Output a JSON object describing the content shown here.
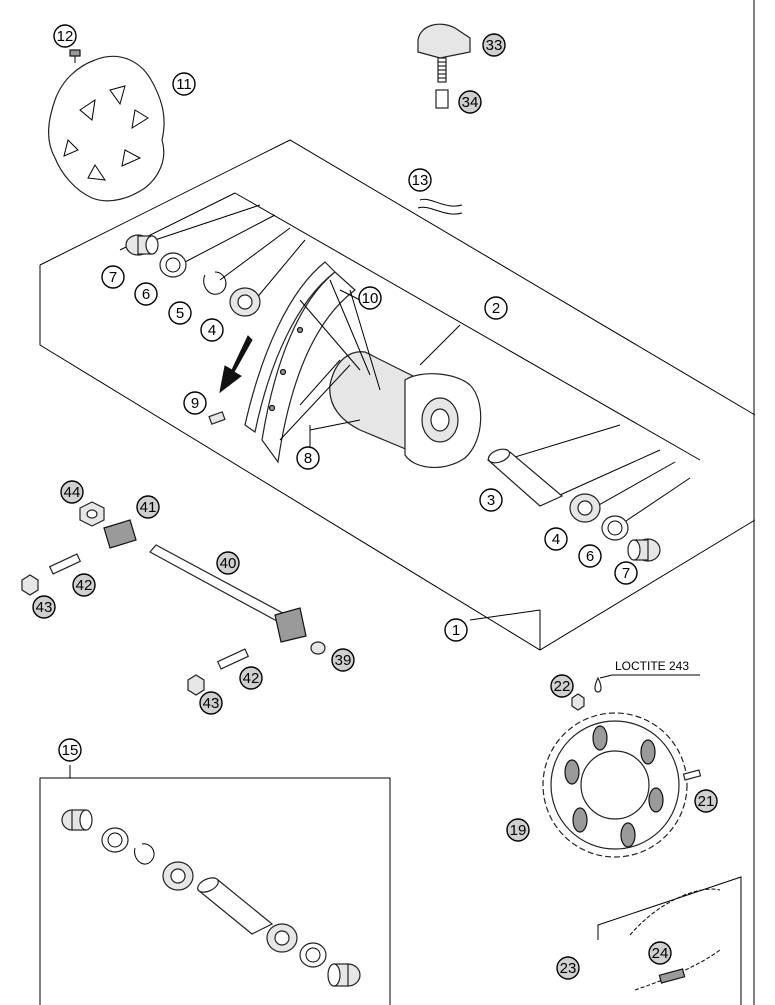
{
  "diagram": {
    "note": "LOCTITE 243",
    "callouts": [
      {
        "id": "c12",
        "label": "12",
        "dark": false
      },
      {
        "id": "c11",
        "label": "11",
        "dark": false
      },
      {
        "id": "c33",
        "label": "33",
        "dark": true
      },
      {
        "id": "c34",
        "label": "34",
        "dark": true
      },
      {
        "id": "c13",
        "label": "13",
        "dark": false
      },
      {
        "id": "c7a",
        "label": "7",
        "dark": false
      },
      {
        "id": "c6a",
        "label": "6",
        "dark": false
      },
      {
        "id": "c5",
        "label": "5",
        "dark": false
      },
      {
        "id": "c4a",
        "label": "4",
        "dark": false
      },
      {
        "id": "c10",
        "label": "10",
        "dark": false
      },
      {
        "id": "c2",
        "label": "2",
        "dark": false
      },
      {
        "id": "c9",
        "label": "9",
        "dark": false
      },
      {
        "id": "c8",
        "label": "8",
        "dark": false
      },
      {
        "id": "c3",
        "label": "3",
        "dark": false
      },
      {
        "id": "c4b",
        "label": "4",
        "dark": false
      },
      {
        "id": "c6b",
        "label": "6",
        "dark": false
      },
      {
        "id": "c7b",
        "label": "7",
        "dark": false
      },
      {
        "id": "c44",
        "label": "44",
        "dark": true
      },
      {
        "id": "c41",
        "label": "41",
        "dark": true
      },
      {
        "id": "c42a",
        "label": "42",
        "dark": true
      },
      {
        "id": "c43a",
        "label": "43",
        "dark": true
      },
      {
        "id": "c40",
        "label": "40",
        "dark": true
      },
      {
        "id": "c39",
        "label": "39",
        "dark": true
      },
      {
        "id": "c42b",
        "label": "42",
        "dark": true
      },
      {
        "id": "c43b",
        "label": "43",
        "dark": true
      },
      {
        "id": "c1",
        "label": "1",
        "dark": false
      },
      {
        "id": "c22",
        "label": "22",
        "dark": true
      },
      {
        "id": "c21",
        "label": "21",
        "dark": true
      },
      {
        "id": "c19",
        "label": "19",
        "dark": true
      },
      {
        "id": "c15",
        "label": "15",
        "dark": false
      },
      {
        "id": "c23",
        "label": "23",
        "dark": true
      },
      {
        "id": "c24",
        "label": "24",
        "dark": true
      }
    ]
  }
}
